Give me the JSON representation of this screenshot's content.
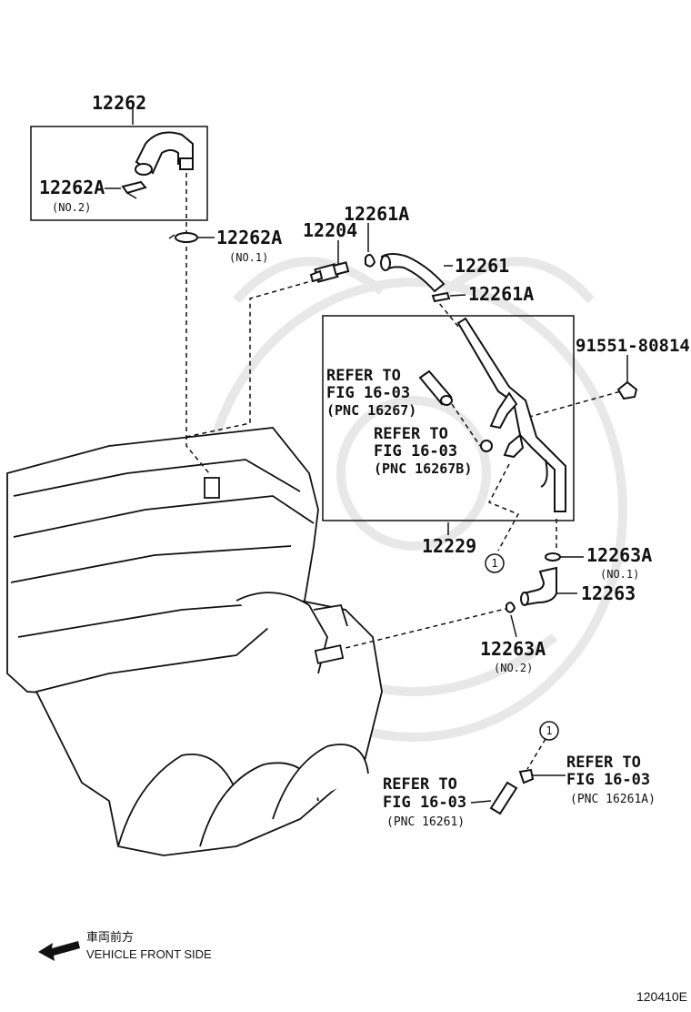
{
  "diagram_id": "120410E",
  "parts": {
    "p12262": "12262",
    "p12262A_no2": "12262A",
    "p12262A_no2_sub": "(NO.2)",
    "p12262A_no1": "12262A",
    "p12262A_no1_sub": "(NO.1)",
    "p12204": "12204",
    "p12261A_top": "12261A",
    "p12261": "12261",
    "p12261A_mid": "12261A",
    "p91551": "91551-80814",
    "p12229": "12229",
    "p12263A_no1": "12263A",
    "p12263A_no1_sub": "(NO.1)",
    "p12263": "12263",
    "p12263A_no2": "12263A",
    "p12263A_no2_sub": "(NO.2)"
  },
  "refs": {
    "r16267": [
      "REFER TO",
      "FIG 16-03",
      "(PNC 16267)"
    ],
    "r16267B": [
      "REFER TO",
      "FIG 16-03",
      "(PNC 16267B)"
    ],
    "r16261A": [
      "REFER TO",
      "FIG 16-03",
      "(PNC 16261A)"
    ],
    "r16261": [
      "REFER TO",
      "FIG 16-03",
      "(PNC 16261)"
    ]
  },
  "callouts": {
    "c1_a": "1",
    "c1_b": "1"
  },
  "front": {
    "jp": "車両前方",
    "en": "VEHICLE FRONT SIDE"
  }
}
